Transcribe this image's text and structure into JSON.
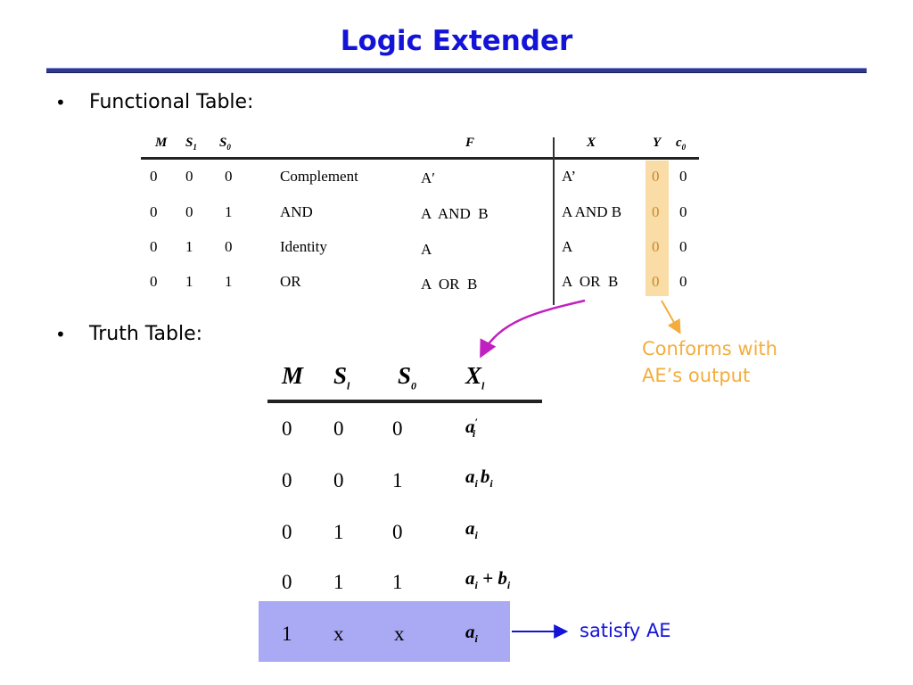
{
  "title": "Logic Extender",
  "bullets": {
    "functional": "Functional Table:",
    "truth": "Truth Table:",
    "dot": "•"
  },
  "functional_table": {
    "headers": {
      "M": "M",
      "S1": "S",
      "S1_sub": "1",
      "S0": "S",
      "S0_sub": "0",
      "F": "F",
      "X": "X",
      "Y": "Y",
      "c0": "c",
      "c0_sub": "0"
    },
    "rows": [
      {
        "M": "0",
        "S1": "0",
        "S0": "0",
        "op": "Complement",
        "F": "A′",
        "X": "A’",
        "Y": "0",
        "c0": "0"
      },
      {
        "M": "0",
        "S1": "0",
        "S0": "1",
        "op": "AND",
        "F": "A  AND  B",
        "X": "A AND B",
        "Y": "0",
        "c0": "0"
      },
      {
        "M": "0",
        "S1": "1",
        "S0": "0",
        "op": "Identity",
        "F": "A",
        "X": "A",
        "Y": "0",
        "c0": "0"
      },
      {
        "M": "0",
        "S1": "1",
        "S0": "1",
        "op": "OR",
        "F": "A  OR  B",
        "X": "A  OR  B",
        "Y": "0",
        "c0": "0"
      }
    ]
  },
  "truth_table": {
    "headers": {
      "M": "M",
      "S1": "S",
      "S1_sub": "l",
      "S0": "S",
      "S0_sub": "0",
      "X": "X",
      "X_sub": "l"
    },
    "rows": [
      {
        "M": "0",
        "S1": "0",
        "S0": "0",
        "X": "a",
        "X_sub": "i",
        "X_sup": "′"
      },
      {
        "M": "0",
        "S1": "0",
        "S0": "1",
        "X": "a",
        "X_sub": "i",
        "X_extra": "b",
        "X_extra_sub": "i"
      },
      {
        "M": "0",
        "S1": "1",
        "S0": "0",
        "X": "a",
        "X_sub": "i"
      },
      {
        "M": "0",
        "S1": "1",
        "S0": "1",
        "X": "a",
        "X_sub": "i",
        "X_op": " + ",
        "X_extra": "b",
        "X_extra_sub": "i"
      },
      {
        "M": "1",
        "S1": "x",
        "S0": "x",
        "X": "a",
        "X_sub": "i"
      }
    ]
  },
  "annotations": {
    "conforms_line1": "Conforms with",
    "conforms_line2": "AE’s output",
    "satisfy": "satisfy AE"
  },
  "colors": {
    "title": "#1414d8",
    "y_highlight": "#f9dca6",
    "row_highlight": "#a9a9f4",
    "conforms_text": "#f3ad3d",
    "curved_arrow": "#c020c0",
    "satisfy_arrow": "#1414d8"
  }
}
